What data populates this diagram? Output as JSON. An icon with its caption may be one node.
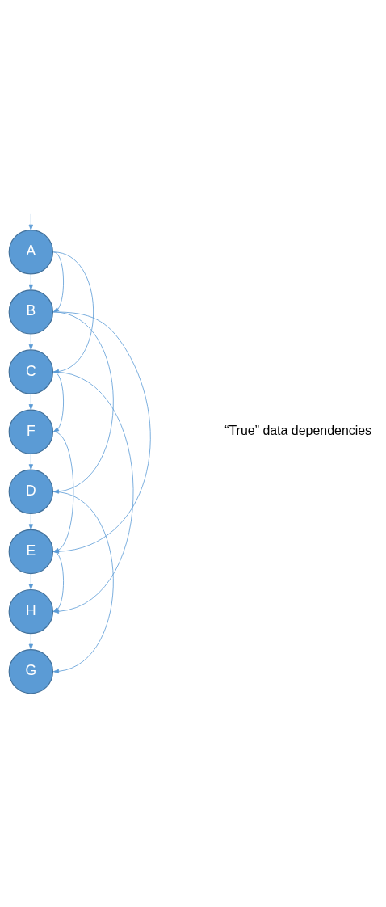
{
  "diagram": {
    "nodes": [
      {
        "text": [
          "A"
        ]
      },
      {
        "text": [
          "B"
        ]
      },
      {
        "text": [
          "C"
        ]
      },
      {
        "text": [
          "F"
        ]
      },
      {
        "text": [
          "D"
        ]
      },
      {
        "text": [
          "E"
        ]
      },
      {
        "text": [
          "H"
        ]
      },
      {
        "text": [
          "G"
        ]
      }
    ],
    "edges": [
      {
        "from": null,
        "to": 0,
        "arrow": "to"
      },
      {
        "from": 0,
        "to": 1,
        "arrow": "to"
      },
      {
        "from": 1,
        "to": 2,
        "arrow": "to"
      },
      {
        "from": 2,
        "to": 3,
        "arrow": "to"
      },
      {
        "from": 3,
        "to": 4,
        "arrow": "to"
      },
      {
        "from": 4,
        "to": 5,
        "arrow": "to"
      },
      {
        "from": 5,
        "to": 6,
        "arrow": "to"
      },
      {
        "from": 6,
        "to": 7,
        "arrow": "to"
      },
      {
        "from": 0,
        "to": 1,
        "arrow": "to"
      },
      {
        "from": 0,
        "to": 2,
        "arrow": "to"
      },
      {
        "from": 1,
        "to": 4,
        "arrow": "to"
      },
      {
        "from": 1,
        "to": 5,
        "arrow": "to"
      },
      {
        "from": 2,
        "to": 3,
        "arrow": "to"
      },
      {
        "from": 2,
        "to": 6,
        "arrow": "to"
      },
      {
        "from": 3,
        "to": 5,
        "arrow": "to"
      },
      {
        "from": 4,
        "to": 7,
        "arrow": "to"
      },
      {
        "from": 5,
        "to": 6,
        "arrow": "to"
      }
    ],
    "labels": [
      "“True” data dependencies"
    ]
  }
}
